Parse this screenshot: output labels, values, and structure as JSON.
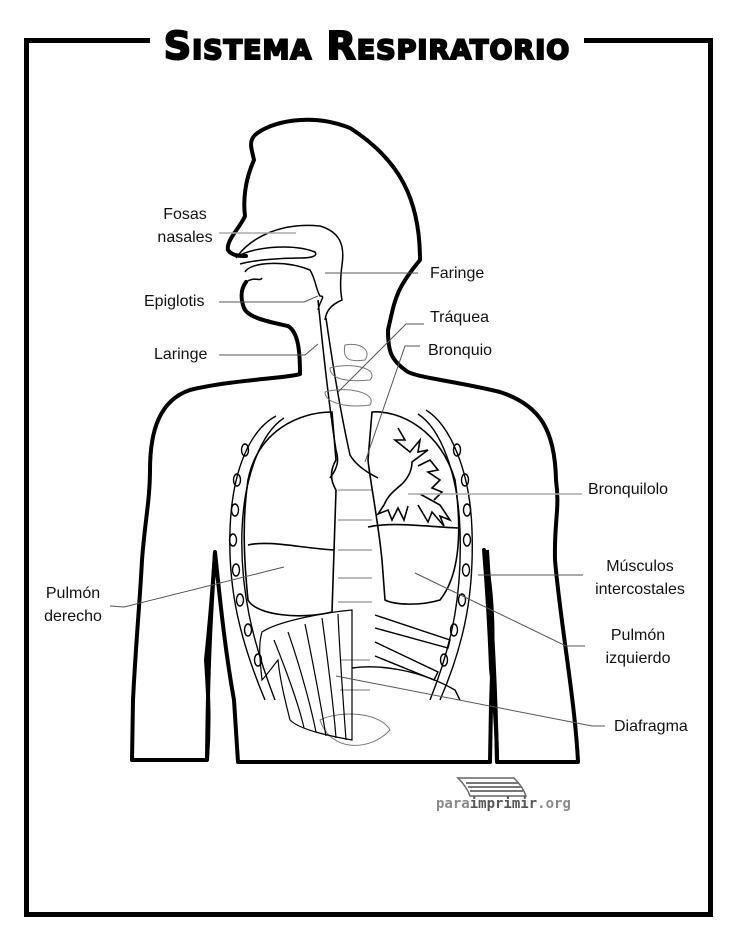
{
  "title": "Sistema Respiratorio",
  "labels": {
    "fosas_nasales": [
      "Fosas",
      "nasales"
    ],
    "faringe": "Faringe",
    "epiglotis": "Epiglotis",
    "traquea": "Tráquea",
    "laringe": "Laringe",
    "bronquio": "Bronquio",
    "bronquilolo": "Bronquilolo",
    "pulmon_derecho": [
      "Pulmón",
      "derecho"
    ],
    "musculos_intercostales": [
      "Músculos",
      "intercostales"
    ],
    "pulmon_izquierdo": [
      "Pulmón",
      "izquierdo"
    ],
    "diafragma": "Diafragma"
  },
  "logo": {
    "part1": "para",
    "part2": "imprimir",
    "part3": ".org"
  },
  "colors": {
    "outline": "#000000",
    "leader_line": "#555555",
    "leader_line_light": "#aaaaaa",
    "logo_gray": "#8a8a8a"
  }
}
